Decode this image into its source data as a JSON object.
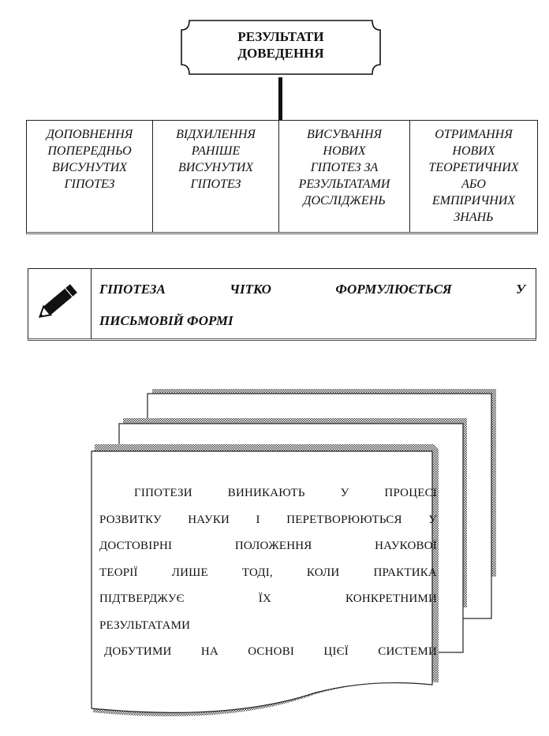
{
  "banner": {
    "title_line1": "РЕЗУЛЬТАТИ",
    "title_line2": "ДОВЕДЕННЯ"
  },
  "boxes": [
    {
      "text": "ДОПОВНЕННЯ\nПОПЕРЕДНЬО\nВИСУНУТИХ\nГІПОТЕЗ"
    },
    {
      "text": "ВІДХИЛЕННЯ\nРАНІШЕ\nВИСУНУТИХ\nГІПОТЕЗ"
    },
    {
      "text": "ВИСУВАННЯ\nНОВИХ\nГІПОТЕЗ ЗА\nРЕЗУЛЬТАТАМИ\nДОСЛІДЖЕНЬ"
    },
    {
      "text": "ОТРИМАННЯ\nНОВИХ\nТЕОРЕТИЧНИХ\nАБО\nЕМПІРИЧНИХ\nЗНАНЬ"
    }
  ],
  "note": {
    "icon": "pencil-icon",
    "words_line1": [
      "ГІПОТЕЗА",
      "ЧІТКО",
      "ФОРМУЛЮЄТЬСЯ",
      "У"
    ],
    "line2": "ПИСЬМОВІЙ ФОРМІ"
  },
  "document": {
    "lines": [
      [
        "ГІПОТЕЗИ",
        "ВИНИКАЮТЬ",
        "У",
        "ПРОЦЕСІ"
      ],
      [
        "РОЗВИТКУ",
        "НАУКИ",
        "І",
        "ПЕРЕТВОРЮЮТЬСЯ",
        "У"
      ],
      [
        "ДОСТОВІРНІ",
        "ПОЛОЖЕННЯ",
        "НАУКОВОЇ"
      ],
      [
        "ТЕОРІЇ",
        "ЛИШЕ",
        "ТОДІ,",
        "КОЛИ",
        "ПРАКТИКА"
      ],
      [
        "ПІДТВЕРДЖУЄ",
        "ЇХ",
        "КОНКРЕТНИМИ"
      ],
      [
        "РЕЗУЛЬТАТАМИ"
      ],
      [
        "ДОБУТИМИ",
        "НА",
        "ОСНОВІ",
        "ЦІЄЇ",
        "СИСТЕМИ"
      ]
    ]
  }
}
